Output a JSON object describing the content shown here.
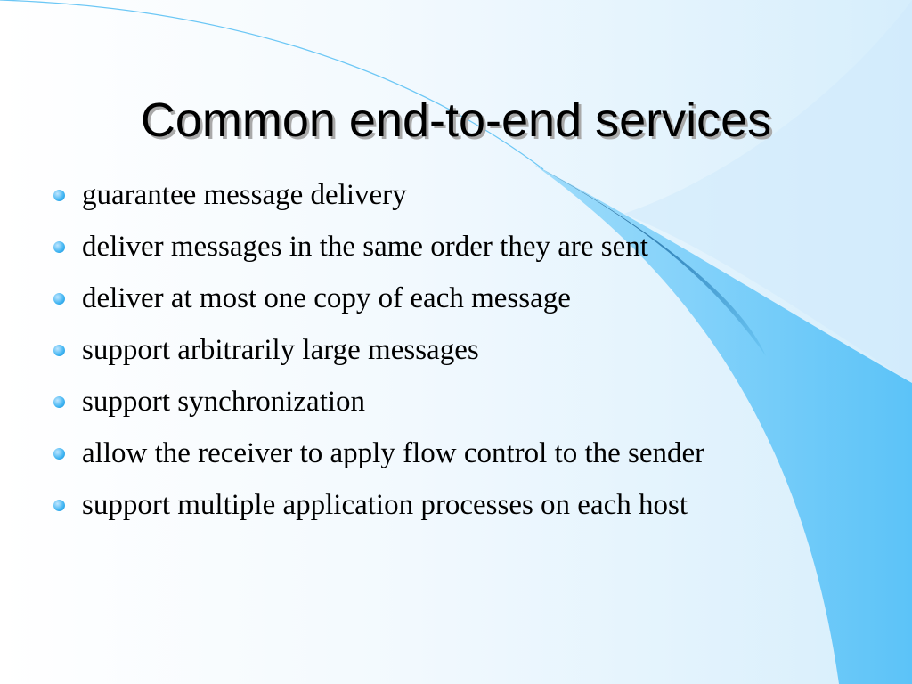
{
  "slide": {
    "title": "Common end-to-end services",
    "bullets": [
      "guarantee message delivery",
      "deliver messages in the same order they are sent",
      "deliver at most one copy of each message",
      "support arbitrarily large messages",
      "support synchronization",
      "allow the receiver to apply flow control to the sender",
      "support multiple application processes on each host"
    ]
  },
  "theme": {
    "bullet_color": "#3fb4f2",
    "accent_light": "#66c8fa",
    "accent_dark": "#2c6e9a",
    "text_color": "#000000"
  }
}
